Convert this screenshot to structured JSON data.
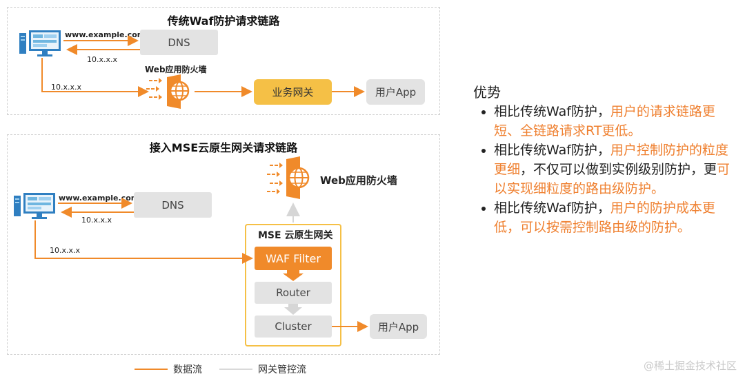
{
  "top_panel": {
    "title": "传统Waf防护请求链路",
    "domain_label": "www.example.com",
    "dns_label": "DNS",
    "ip_return": "10.x.x.x",
    "ip_forward": "10.x.x.x",
    "waf_label": "Web应用防火墙",
    "gateway_label": "业务网关",
    "app_label": "用户App"
  },
  "bottom_panel": {
    "title": "接入MSE云原生网关请求链路",
    "domain_label": "www.example.com",
    "dns_label": "DNS",
    "ip_return": "10.x.x.x",
    "ip_forward": "10.x.x.x",
    "waf_label": "Web应用防火墙",
    "mse_title": "MSE 云原生网关",
    "waf_filter": "WAF Filter",
    "router": "Router",
    "cluster": "Cluster",
    "app_label": "用户App"
  },
  "legend": {
    "data_flow": "数据流",
    "control_flow": "网关管控流",
    "data_color": "#f08a2a",
    "control_color": "#d9d9d9"
  },
  "advantages": {
    "title": "优势",
    "items": [
      {
        "a": "相比传统Waf防护，",
        "b": "用户的请求链路更短、全链路请求RT更低。",
        "c": "",
        "d": ""
      },
      {
        "a": "相比传统Waf防护，",
        "b": "用户控制防护的粒度更细",
        "c": "，不仅可以做到实例级别防护，更",
        "d": "可以实现细粒度的路由级防护。"
      },
      {
        "a": "相比传统Waf防护，",
        "b": "用户的防护成本更低，可以按需控制路由级的防护。",
        "c": "",
        "d": ""
      }
    ]
  },
  "watermark": "@稀土掘金技术社区",
  "colors": {
    "accent": "#f08a2a",
    "gold": "#f5c046",
    "box_gray": "#e3e3e3"
  }
}
